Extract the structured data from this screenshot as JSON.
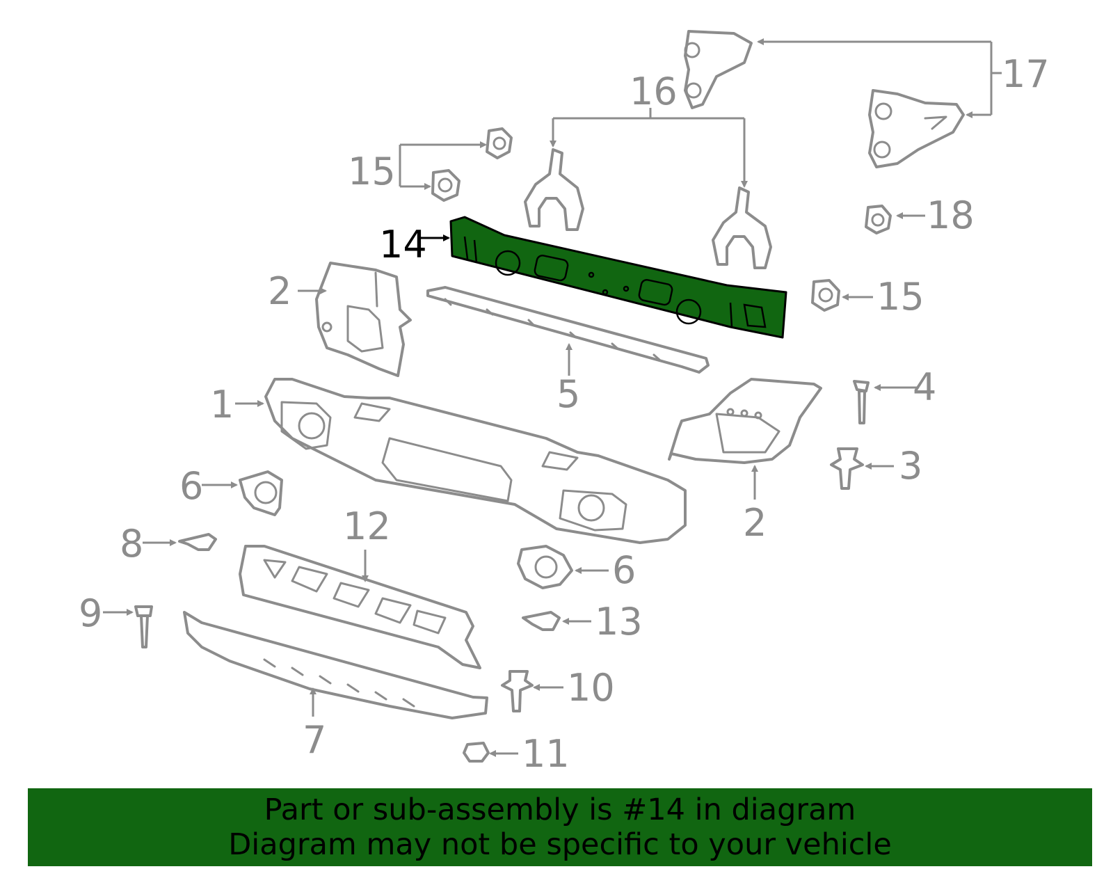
{
  "diagram": {
    "callouts": {
      "c1": "1",
      "c2a": "2",
      "c2b": "2",
      "c3": "3",
      "c4": "4",
      "c5": "5",
      "c6a": "6",
      "c6b": "6",
      "c7": "7",
      "c8": "8",
      "c9": "9",
      "c10": "10",
      "c11": "11",
      "c12": "12",
      "c13": "13",
      "c14": "14",
      "c15a": "15",
      "c15b": "15",
      "c16": "16",
      "c17": "17",
      "c18": "18"
    },
    "highlight_color": "#116611",
    "line_color": "#8c8c8c"
  },
  "banner": {
    "line1": "Part or sub-assembly is #14 in diagram",
    "line2": "Diagram may not be specific to your vehicle"
  }
}
